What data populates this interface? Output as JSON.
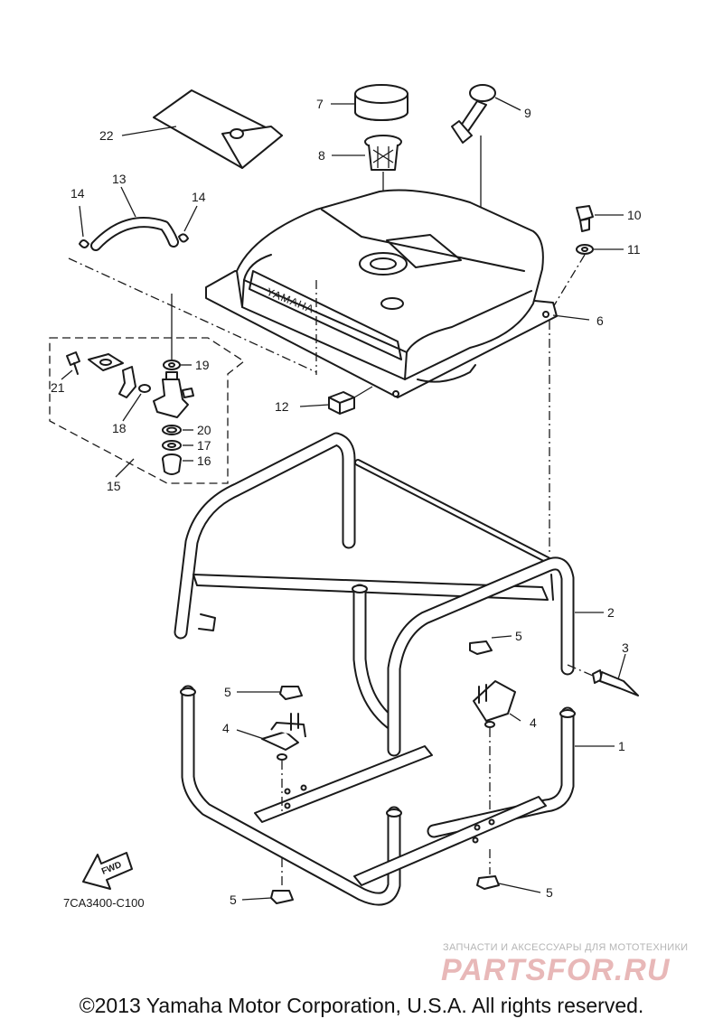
{
  "diagram": {
    "callouts": {
      "c1": "1",
      "c2": "2",
      "c3": "3",
      "c4a": "4",
      "c4b": "4",
      "c5a": "5",
      "c5b": "5",
      "c5c": "5",
      "c5d": "5",
      "c6": "6",
      "c7": "7",
      "c8": "8",
      "c9": "9",
      "c10": "10",
      "c11": "11",
      "c12": "12",
      "c13": "13",
      "c14a": "14",
      "c14b": "14",
      "c15": "15",
      "c16": "16",
      "c17": "17",
      "c18": "18",
      "c19": "19",
      "c20": "20",
      "c21": "21",
      "c22": "22"
    },
    "tank_logo": "YAMAHA",
    "fwd_label": "FWD",
    "diagram_code": "7CA3400-C100"
  },
  "watermark": {
    "subtitle": "ЗАПЧАСТИ И АКСЕССУАРЫ ДЛЯ МОТОТЕХНИКИ",
    "logo": "PARTSFOR.RU",
    "logo_color": "#e8b8b8"
  },
  "footer": {
    "copyright": "©2013 Yamaha Motor Corporation, U.S.A. All rights reserved."
  }
}
